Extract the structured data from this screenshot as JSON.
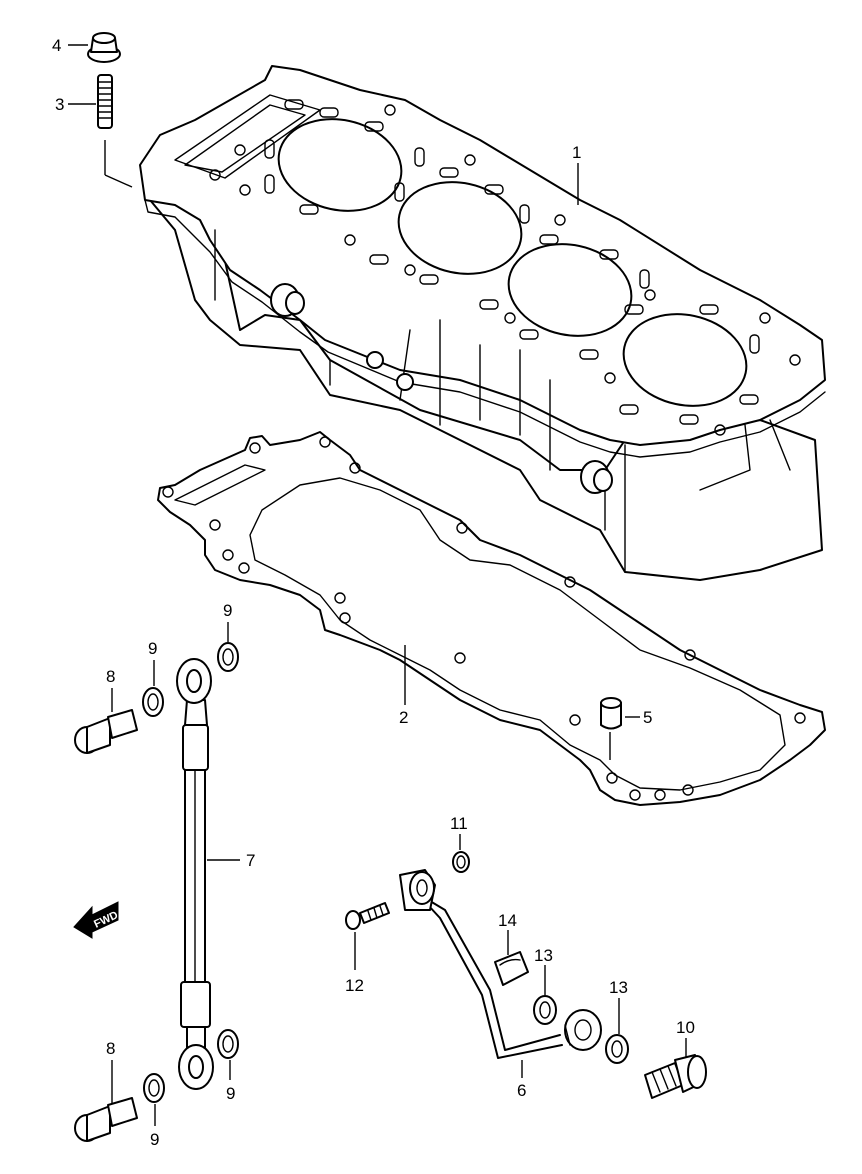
{
  "callouts": {
    "p1": "1",
    "p2": "2",
    "p3": "3",
    "p4": "4",
    "p5": "5",
    "p6": "6",
    "p7": "7",
    "p8a": "8",
    "p8b": "8",
    "p9a": "9",
    "p9b": "9",
    "p9c": "9",
    "p9d": "9",
    "p10": "10",
    "p11": "11",
    "p12": "12",
    "p13a": "13",
    "p13b": "13",
    "p14": "14"
  },
  "direction_arrow": {
    "label": "FWD"
  }
}
